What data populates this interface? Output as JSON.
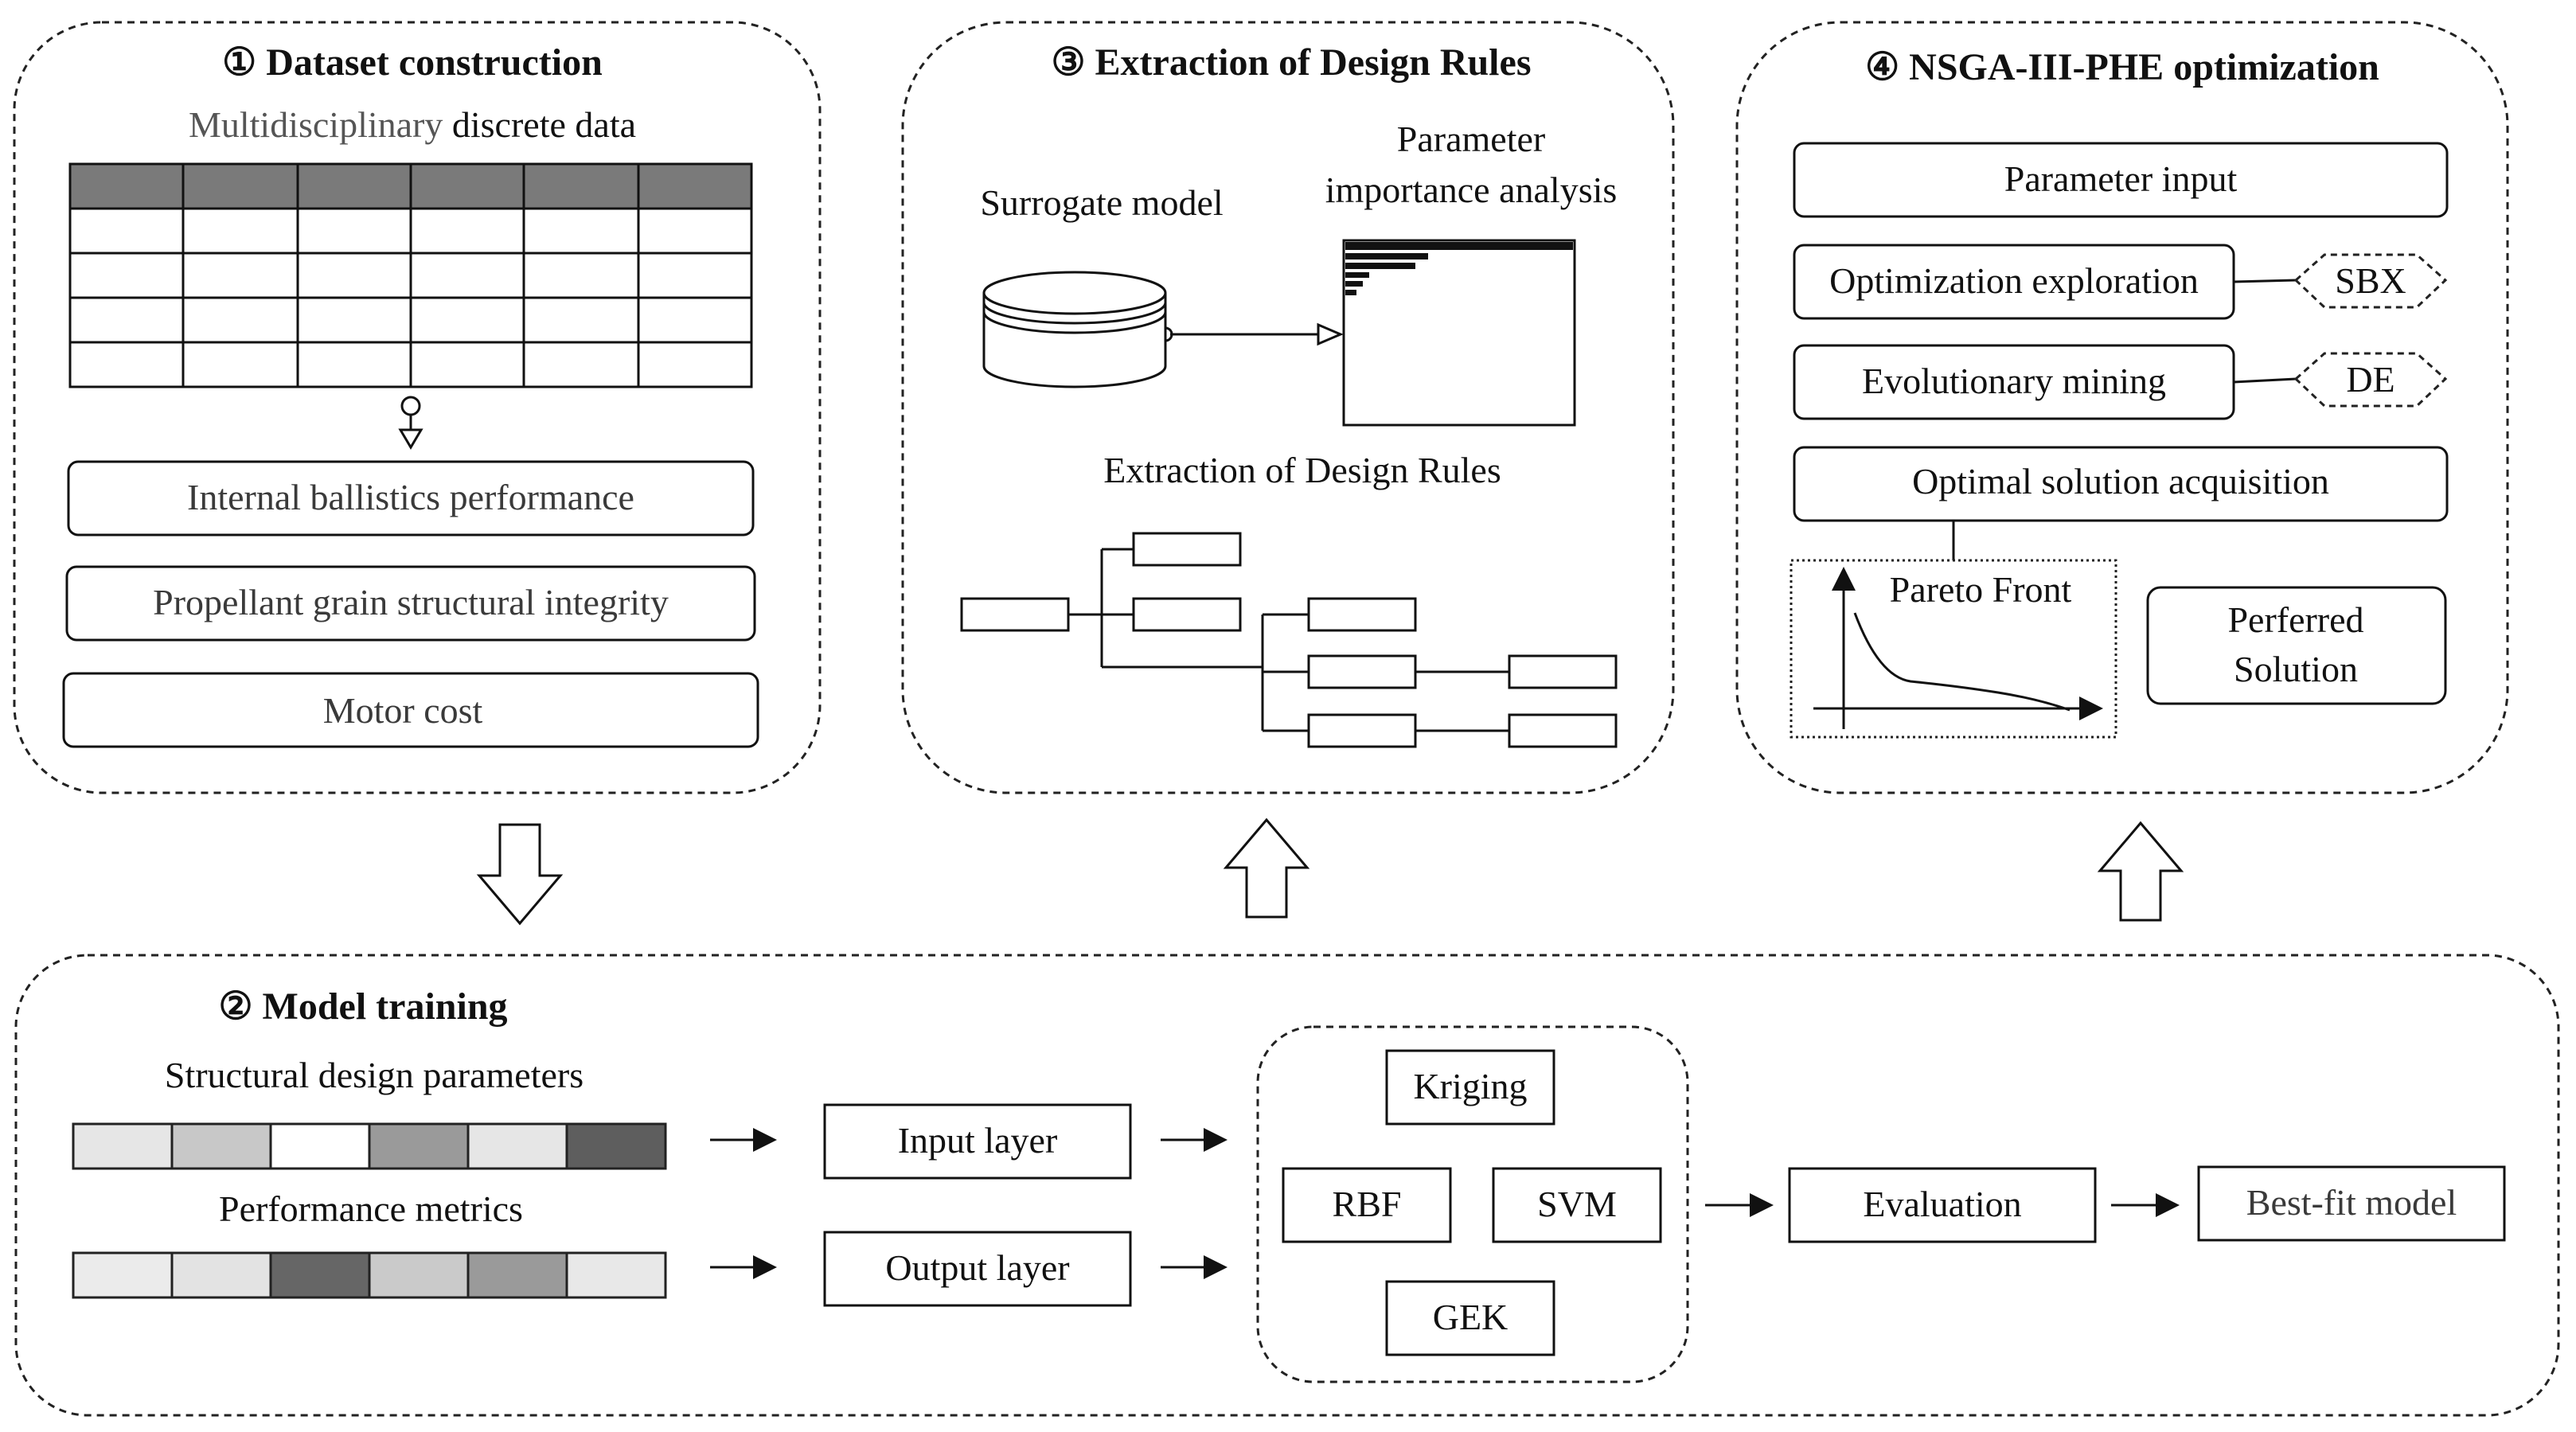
{
  "panel1": {
    "title": "① Dataset construction",
    "subtitle_prefix": "Multidisciplinary",
    "subtitle_suffix": " discrete data",
    "items": [
      "Internal ballistics performance",
      "Propellant grain structural integrity",
      "Motor cost"
    ]
  },
  "panel2": {
    "title": "② Model training",
    "structural_label": "Structural design parameters",
    "performance_label": "Performance metrics",
    "input_layer": "Input layer",
    "output_layer": "Output layer",
    "models": [
      "Kriging",
      "RBF",
      "SVM",
      "GEK"
    ],
    "evaluation": "Evaluation",
    "best_fit": "Best-fit model"
  },
  "panel3": {
    "title": "③ Extraction of Design Rules",
    "surrogate": "Surrogate model",
    "importance_line1": "Parameter",
    "importance_line2": "importance analysis",
    "rules_label": "Extraction of Design Rules"
  },
  "panel4": {
    "title": "④ NSGA-III-PHE optimization",
    "parameter_input": "Parameter input",
    "exploration": "Optimization exploration",
    "sbx": "SBX",
    "evolutionary": "Evolutionary mining",
    "de": "DE",
    "acquisition": "Optimal solution acquisition",
    "pareto": "Pareto Front",
    "preferred_line1": "Perferred",
    "preferred_line2": "Solution"
  },
  "colors": {
    "header_fill": "#7a7a7a",
    "structural_strip": [
      "#e6e6e6",
      "#c8c8c8",
      "#ffffff",
      "#9a9a9a",
      "#e6e6e6",
      "#5e5e5e"
    ],
    "performance_strip": [
      "#ebebeb",
      "#e3e3e3",
      "#666666",
      "#cacaca",
      "#9a9a9a",
      "#e8e8e8"
    ]
  }
}
